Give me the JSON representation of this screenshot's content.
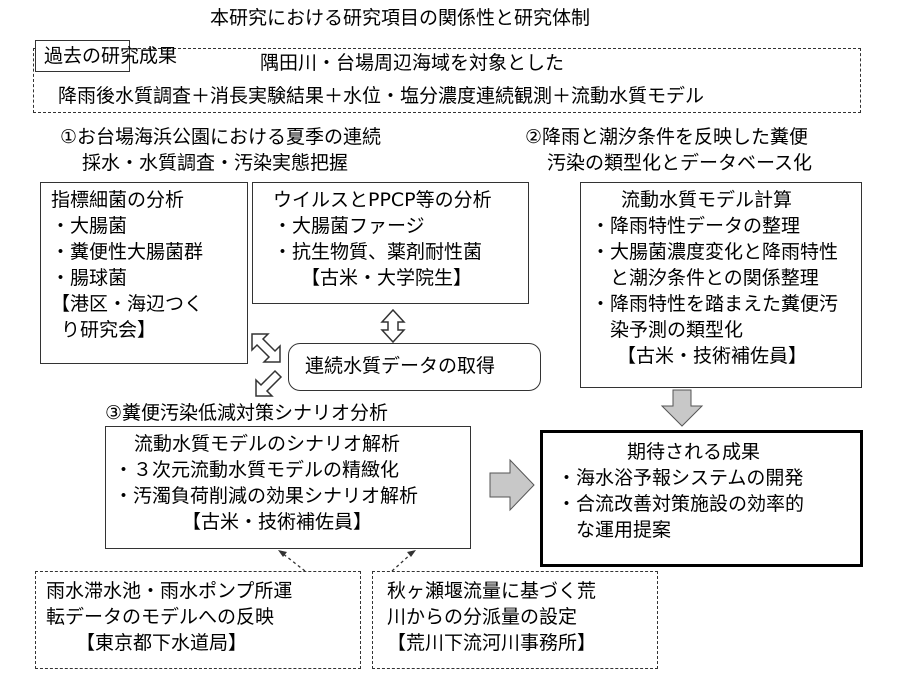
{
  "title": "本研究における研究項目の関係性と研究体制",
  "past": {
    "label": "過去の研究成果",
    "line1": "隅田川・台場周辺海域を対象とした",
    "line2": "降雨後水質調査＋消長実験結果＋水位・塩分濃度連続観測＋流動水質モデル"
  },
  "section1": {
    "line1": "①お台場海浜公園における夏季の連続",
    "line2": "採水・水質調査・汚染実態把握"
  },
  "section2": {
    "line1": "②降雨と潮汐条件を反映した糞便",
    "line2": "汚染の類型化とデータベース化"
  },
  "section3": {
    "heading": "③糞便汚染低減対策シナリオ分析"
  },
  "box_bacteria": {
    "header": "指標細菌の分析",
    "lines": [
      "・大腸菌",
      "・糞便性大腸菌群",
      "・腸球菌",
      "【港区・海辺つく",
      "り研究会】"
    ]
  },
  "box_virus": {
    "header": "ウイルスとPPCP等の分析",
    "lines": [
      "・大腸菌ファージ",
      "・抗生物質、薬剤耐性菌",
      "【古米・大学院生】"
    ]
  },
  "box_model": {
    "header": "流動水質モデル計算",
    "lines": [
      "・降雨特性データの整理",
      "・大腸菌濃度変化と降雨特性",
      "　と潮汐条件との関係整理",
      "・降雨特性を踏まえた糞便汚",
      "　染予測の類型化",
      "【古米・技術補佐員】"
    ]
  },
  "continuous": "連続水質データの取得",
  "box_scenario": {
    "header": "流動水質モデルのシナリオ解析",
    "lines": [
      "・３次元流動水質モデルの精緻化",
      "・汚濁負荷削減の効果シナリオ解析",
      "【古米・技術補佐員】"
    ]
  },
  "box_outcome": {
    "header": "期待される成果",
    "lines": [
      "・海水浴予報システムの開発",
      "・合流改善対策施設の効率的",
      "　な運用提案"
    ]
  },
  "box_sewer": {
    "lines": [
      "雨水滞水池・雨水ポンプ所運",
      "転データのモデルへの反映",
      "【東京都下水道局】"
    ]
  },
  "box_arakawa": {
    "lines": [
      "秋ヶ瀬堰流量に基づく荒",
      "川からの分派量の設定",
      "【荒川下流河川事務所】"
    ]
  }
}
